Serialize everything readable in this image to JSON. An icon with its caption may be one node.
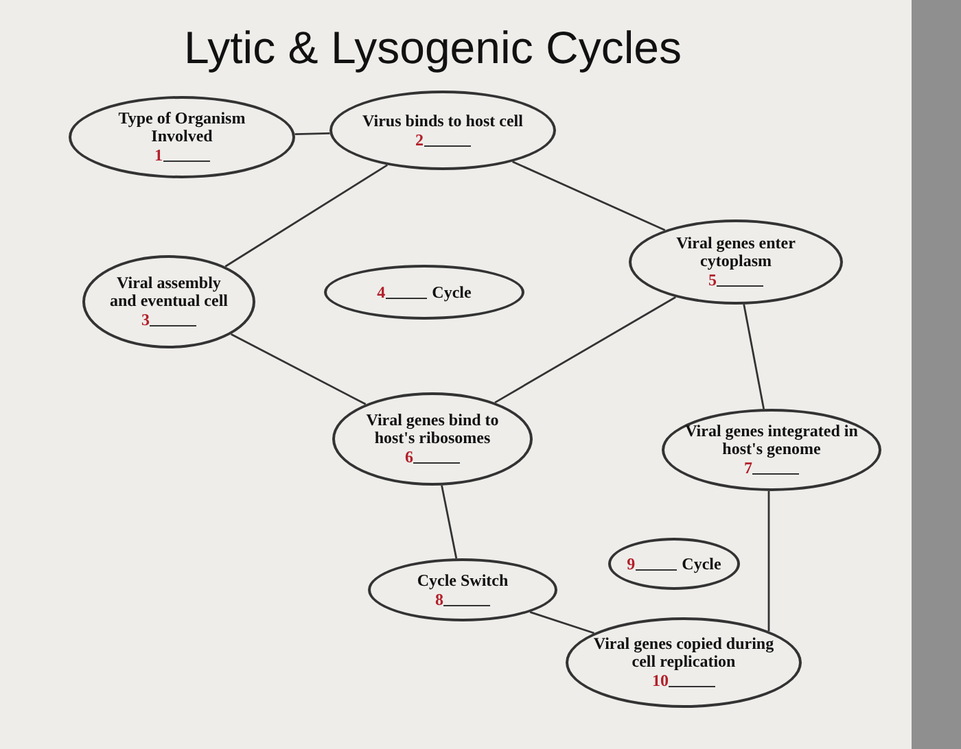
{
  "diagram": {
    "title": "Lytic & Lysogenic Cycles",
    "nodes": [
      {
        "text": [
          "Type of Organism Involved",
          "1"
        ]
      },
      {
        "text": [
          "Virus binds to host cell",
          "2"
        ]
      },
      {
        "text": [
          "Viral genes enter cytoplasm",
          "5"
        ]
      },
      {
        "text": [
          "Viral assembly and eventual cell",
          "3"
        ]
      },
      {
        "text": [
          "4",
          "Cycle"
        ]
      },
      {
        "text": [
          "Viral genes bind to host's ribosomes",
          "6"
        ]
      },
      {
        "text": [
          "Viral genes integrated in host's genome",
          "7"
        ]
      },
      {
        "text": [
          "9",
          "Cycle"
        ]
      },
      {
        "text": [
          "Cycle Switch",
          "8"
        ]
      },
      {
        "text": [
          "Viral genes copied during cell replication",
          "10"
        ]
      }
    ],
    "edges": [
      {
        "from": 0,
        "to": 1,
        "arrow": "none"
      },
      {
        "from": 1,
        "to": 3,
        "arrow": "none"
      },
      {
        "from": 1,
        "to": 2,
        "arrow": "none"
      },
      {
        "from": 3,
        "to": 5,
        "arrow": "none"
      },
      {
        "from": 2,
        "to": 5,
        "arrow": "none"
      },
      {
        "from": 2,
        "to": 6,
        "arrow": "none"
      },
      {
        "from": 5,
        "to": 8,
        "arrow": "none"
      },
      {
        "from": 8,
        "to": 9,
        "arrow": "none"
      },
      {
        "from": 6,
        "to": 9,
        "arrow": "none"
      }
    ]
  }
}
